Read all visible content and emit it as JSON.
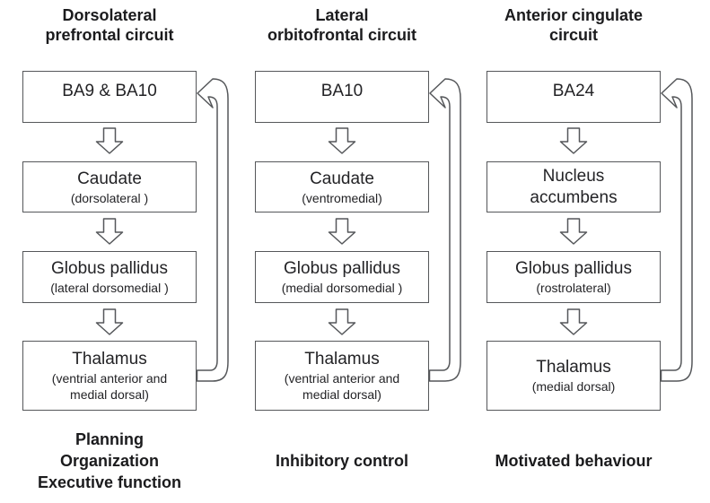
{
  "diagram": {
    "columns": [
      {
        "title": "Dorsolateral\nprefrontal circuit",
        "boxes": [
          {
            "label": "BA9 & BA10",
            "sub": ""
          },
          {
            "label": "Caudate",
            "sub": "(dorsolateral )"
          },
          {
            "label": "Globus pallidus",
            "sub": "(lateral dorsomedial )"
          },
          {
            "label": "Thalamus",
            "sub": "(ventrial anterior and\nmedial dorsal)"
          }
        ],
        "function": "Planning\nOrganization\nExecutive function"
      },
      {
        "title": "Lateral\norbitofrontal circuit",
        "boxes": [
          {
            "label": "BA10",
            "sub": ""
          },
          {
            "label": "Caudate",
            "sub": "(ventromedial)"
          },
          {
            "label": "Globus pallidus",
            "sub": "(medial dorsomedial )"
          },
          {
            "label": "Thalamus",
            "sub": "(ventrial anterior and\nmedial dorsal)"
          }
        ],
        "function": "Inhibitory control"
      },
      {
        "title": "Anterior cingulate\ncircuit",
        "boxes": [
          {
            "label": "BA24",
            "sub": ""
          },
          {
            "label": "Nucleus\naccumbens",
            "sub": ""
          },
          {
            "label": "Globus pallidus",
            "sub": "(rostrolateral)"
          },
          {
            "label": "Thalamus",
            "sub": "(medial dorsal)"
          }
        ],
        "function": "Motivated behaviour"
      }
    ],
    "colors": {
      "line": "#55575a",
      "text": "#232326",
      "background": "#ffffff"
    }
  }
}
